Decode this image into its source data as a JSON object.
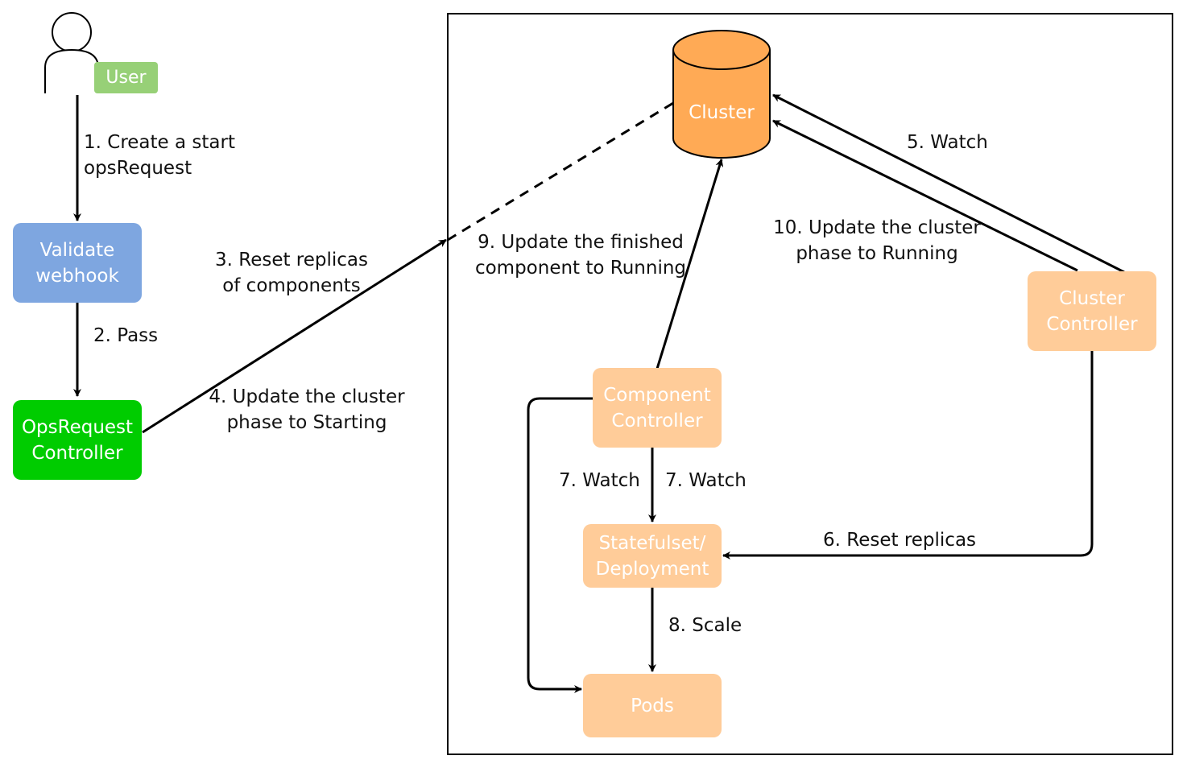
{
  "colors": {
    "validate_fill": "#7ea6e0",
    "ops_fill": "#00cc00",
    "cluster_fill": "#ffaa55",
    "cluster_stroke": "#000000",
    "light_orange": "#ffcc99",
    "user_badge": "#97d077",
    "line": "#000000"
  },
  "icons": {
    "user": "user-icon",
    "cluster": "database-cylinder-icon"
  },
  "nodes": {
    "user_label": "User",
    "validate_webhook": "Validate\nwebhook",
    "opsrequest_controller": "OpsRequest\nController",
    "cluster": "Cluster",
    "cluster_controller": "Cluster\nController",
    "component_controller": "Component\nController",
    "statefulset": "Statefulset/\nDeployment",
    "pods": "Pods"
  },
  "edges": {
    "e1": "1. Create a start\nopsRequest",
    "e2": "2. Pass",
    "e3": "3. Reset replicas\nof components",
    "e4": "4. Update the cluster\nphase to Starting",
    "e5": "5. Watch",
    "e6": "6. Reset replicas",
    "e7a": "7. Watch",
    "e7b": "7. Watch",
    "e8": "8. Scale",
    "e9": "9. Update the finished\ncomponent to Running",
    "e10": "10. Update the cluster\nphase to Running"
  }
}
